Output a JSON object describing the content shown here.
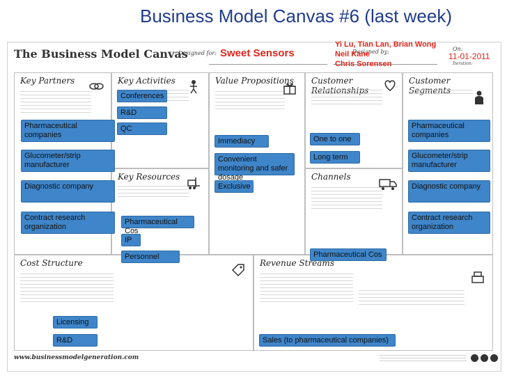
{
  "slide_title": "Business Model Canvas #6 (last week)",
  "canvas_title": "The Business Model Canvas",
  "designed_for_label": "Designed for:",
  "designed_for_value": "Sweet Sensors",
  "designed_by_label": "Designed by:",
  "designed_by_lines": [
    "Yi Lu, Tian Lan, Brian Wong",
    "Neil Kane",
    "Chris Sorensen"
  ],
  "date_label": "On:",
  "date_value": "11-01-2011",
  "iteration_label": "Iteration:",
  "blocks": {
    "key_partners": "Key Partners",
    "key_activities": "Key Activities",
    "key_resources": "Key Resources",
    "value_propositions": "Value Propositions",
    "customer_relationships": "Customer Relationships",
    "channels": "Channels",
    "customer_segments": "Customer Segments",
    "cost_structure": "Cost Structure",
    "revenue_streams": "Revenue Streams"
  },
  "notes": {
    "partners": [
      "Pharmaceutical companies",
      "Glucometer/strip manufacturer",
      "Diagnostic company",
      "Contract research organization"
    ],
    "activities": [
      "Conferences",
      "R&D",
      "QC"
    ],
    "resources": [
      "Pharmaceutical Cos",
      "IP",
      "Personnel"
    ],
    "value": [
      "Immediacy",
      "Convenient monitoring and safer dosage",
      "Exclusive"
    ],
    "relationships": [
      "One to one",
      "Long term"
    ],
    "channels": [
      "Pharmaceutical Cos"
    ],
    "segments": [
      "Pharmaceutical companies",
      "Glucometer/strip manufacturer",
      "Diagnostic company",
      "Contract research organization"
    ],
    "cost": [
      "Licensing",
      "R&D"
    ],
    "revenue": [
      "Sales (to pharmaceutical companies)"
    ]
  },
  "footer_url": "www.businessmodelgeneration.com",
  "colors": {
    "title": "#1f3b8c",
    "accent_red": "#e0261b",
    "sticky": "#3f85c9"
  }
}
